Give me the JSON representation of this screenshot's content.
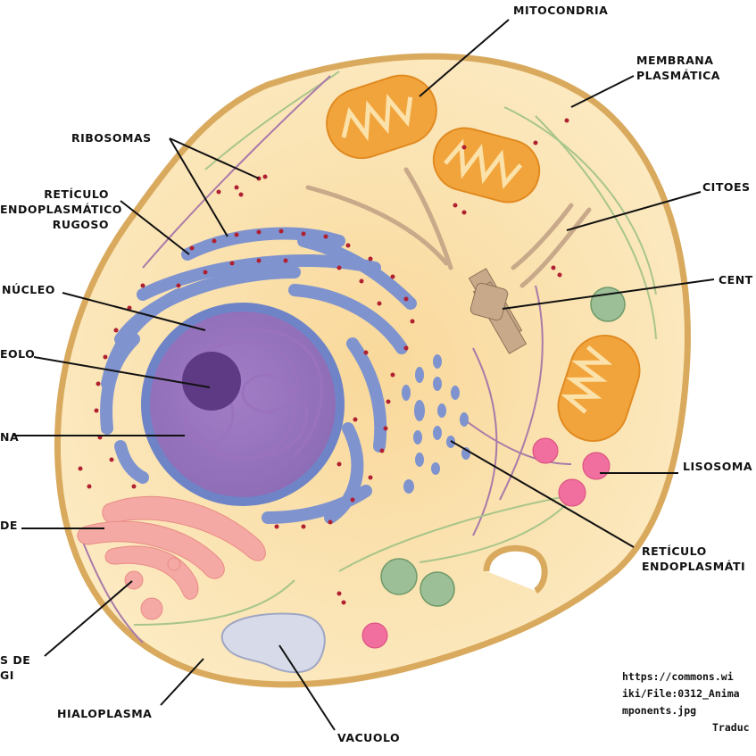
{
  "labels": {
    "mitocondria": "MITOCONDRIA",
    "membrana": "MEMBRANA\nPLASMÁTICA",
    "ribosomas": "RIBOSOMAS",
    "rer": "RETÍCULO\nENDOPLASMÁTICO\nRUGOSO",
    "citoesqueleto": "CITOES",
    "centriolo": "CENT",
    "nucleo": "NÚCLEO",
    "nucleolo": "EOLO",
    "cromatina": "NA",
    "lisosomas": "LISOSOMA",
    "aparato_golgi": "DE",
    "vesiculas_golgi": "S DE\nGI",
    "rel": "RETÍCULO\nENDOPLASMÁTI",
    "hialoplasma": "HIALOPLASMA",
    "vacuolo": "VACUOLO"
  },
  "source": {
    "line1": "https://commons.wi",
    "line2": "iki/File:0312_Anima",
    "line3": "mponents.jpg",
    "line4": "Traduc"
  },
  "colors": {
    "cytoplasm": "#fbe2aa",
    "membrane": "#d9aa5e",
    "nucleus": "#8d6cb6",
    "nuclear_envelope": "#6f84c7",
    "er": "#7f93cf",
    "ribosome": "#b02030",
    "mitochondria": "#f2a43c",
    "golgi": "#f4a9a4",
    "lysosome": "#f06f9f",
    "vacuole": "#d7dbe9",
    "vesicle_green": "#9cbf97"
  }
}
